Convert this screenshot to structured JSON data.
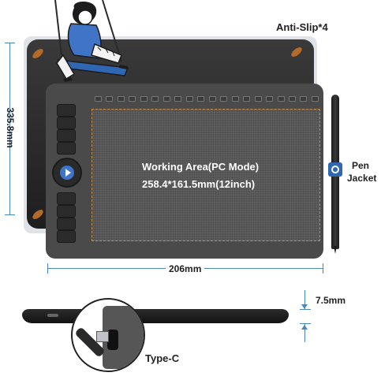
{
  "labels": {
    "anti_slip": "Anti-Slip*4",
    "working_area_title": "Working Area(PC Mode)",
    "working_area_size": "258.4*161.5mm(12inch)",
    "pen_jacket_line1": "Pen",
    "pen_jacket_line2": "Jacket",
    "height_dim": "335.8mm",
    "width_dim": "206mm",
    "thickness_dim": "7.5mm",
    "port_type": "Type-C"
  },
  "colors": {
    "dimension_line": "#4a88b5",
    "dashed_border": "#c98a3a",
    "anti_slip_foot": "#b36a2a"
  },
  "icons": {
    "pen_jacket": "logo-badge-icon",
    "dial": "play-dial-icon"
  }
}
